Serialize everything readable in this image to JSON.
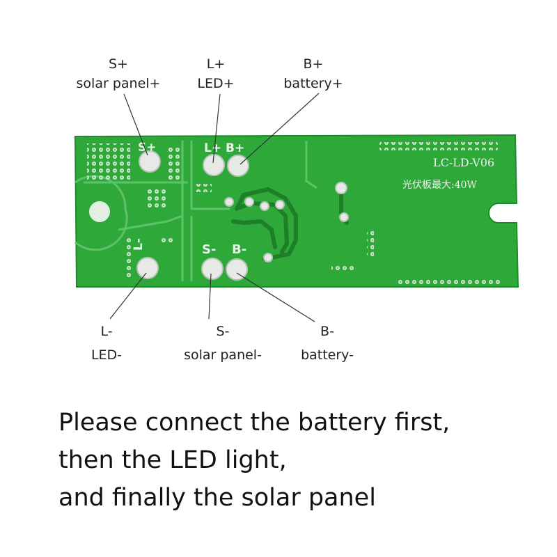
{
  "labels": {
    "s_plus": {
      "pin": "S+",
      "name": "solar panel+"
    },
    "l_plus": {
      "pin": "L+",
      "name": "LED+"
    },
    "b_plus": {
      "pin": "B+",
      "name": "battery+"
    },
    "l_minus": {
      "pin": "L-",
      "name": "LED-"
    },
    "s_minus": {
      "pin": "S-",
      "name": "solar panel-"
    },
    "b_minus": {
      "pin": "B-",
      "name": "battery-"
    }
  },
  "board": {
    "model": "LC-LD-V06",
    "power_label": "光伏板最大:40W",
    "silk_s_plus": "S+",
    "silk_l_plus_b_plus": "L+ B+",
    "silk_l_minus": "L-",
    "silk_s_minus": "S-",
    "silk_b_minus": "B-",
    "color": "#2fa83a"
  },
  "instructions": [
    "Please connect the battery first,",
    "then the LED light,",
    "and finally the solar panel"
  ]
}
